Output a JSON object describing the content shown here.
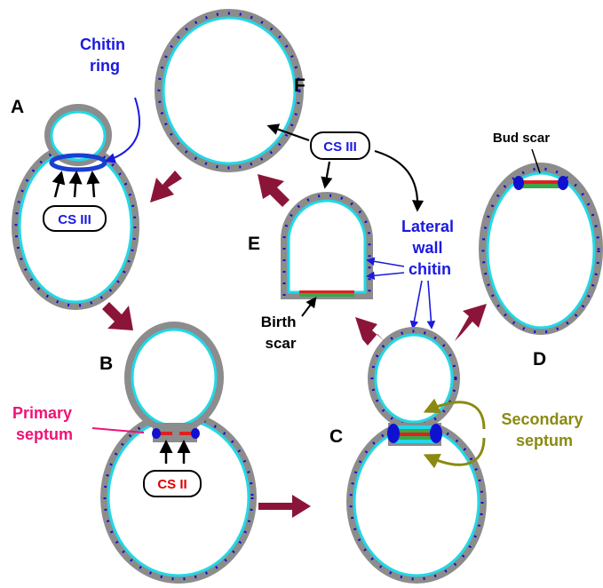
{
  "panels": {
    "a": "A",
    "b": "B",
    "c": "C",
    "d": "D",
    "e": "E",
    "f": "F"
  },
  "labels": {
    "chitin_ring_line1": "Chitin",
    "chitin_ring_line2": "ring",
    "primary_septum_line1": "Primary",
    "primary_septum_line2": "septum",
    "secondary_septum_line1": "Secondary",
    "secondary_septum_line2": "septum",
    "lateral_wall_line1": "Lateral",
    "lateral_wall_line2": "wall",
    "lateral_wall_line3": "chitin",
    "birth_scar_line1": "Birth",
    "birth_scar_line2": "scar",
    "bud_scar": "Bud scar"
  },
  "enzymes": {
    "cs3_a": "CS III",
    "cs3_top": "CS III",
    "cs2_b": "CS II"
  },
  "colors": {
    "wall": "#8c8c8c",
    "membrane": "#22d8e6",
    "chitin_dots": "#1010d0",
    "chitin_ring": "#1a3fcf",
    "primary_septum_label": "#ee1377",
    "secondary_septum_label": "#8a8a12",
    "lateral_label": "#1a1adf",
    "cs2_label": "#e00000",
    "cycle_arrow": "#8b1538",
    "septum_red": "#e02020",
    "septum_green": "#3aa64a"
  }
}
